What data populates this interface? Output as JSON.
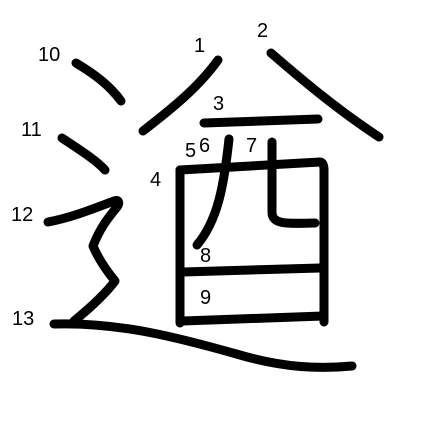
{
  "diagram": {
    "colors": {
      "background": "#ffffff",
      "stroke": "#000000",
      "label": "#000000"
    },
    "labels": [
      "1",
      "2",
      "3",
      "4",
      "5",
      "6",
      "7",
      "8",
      "9",
      "10",
      "11",
      "12",
      "13"
    ]
  }
}
